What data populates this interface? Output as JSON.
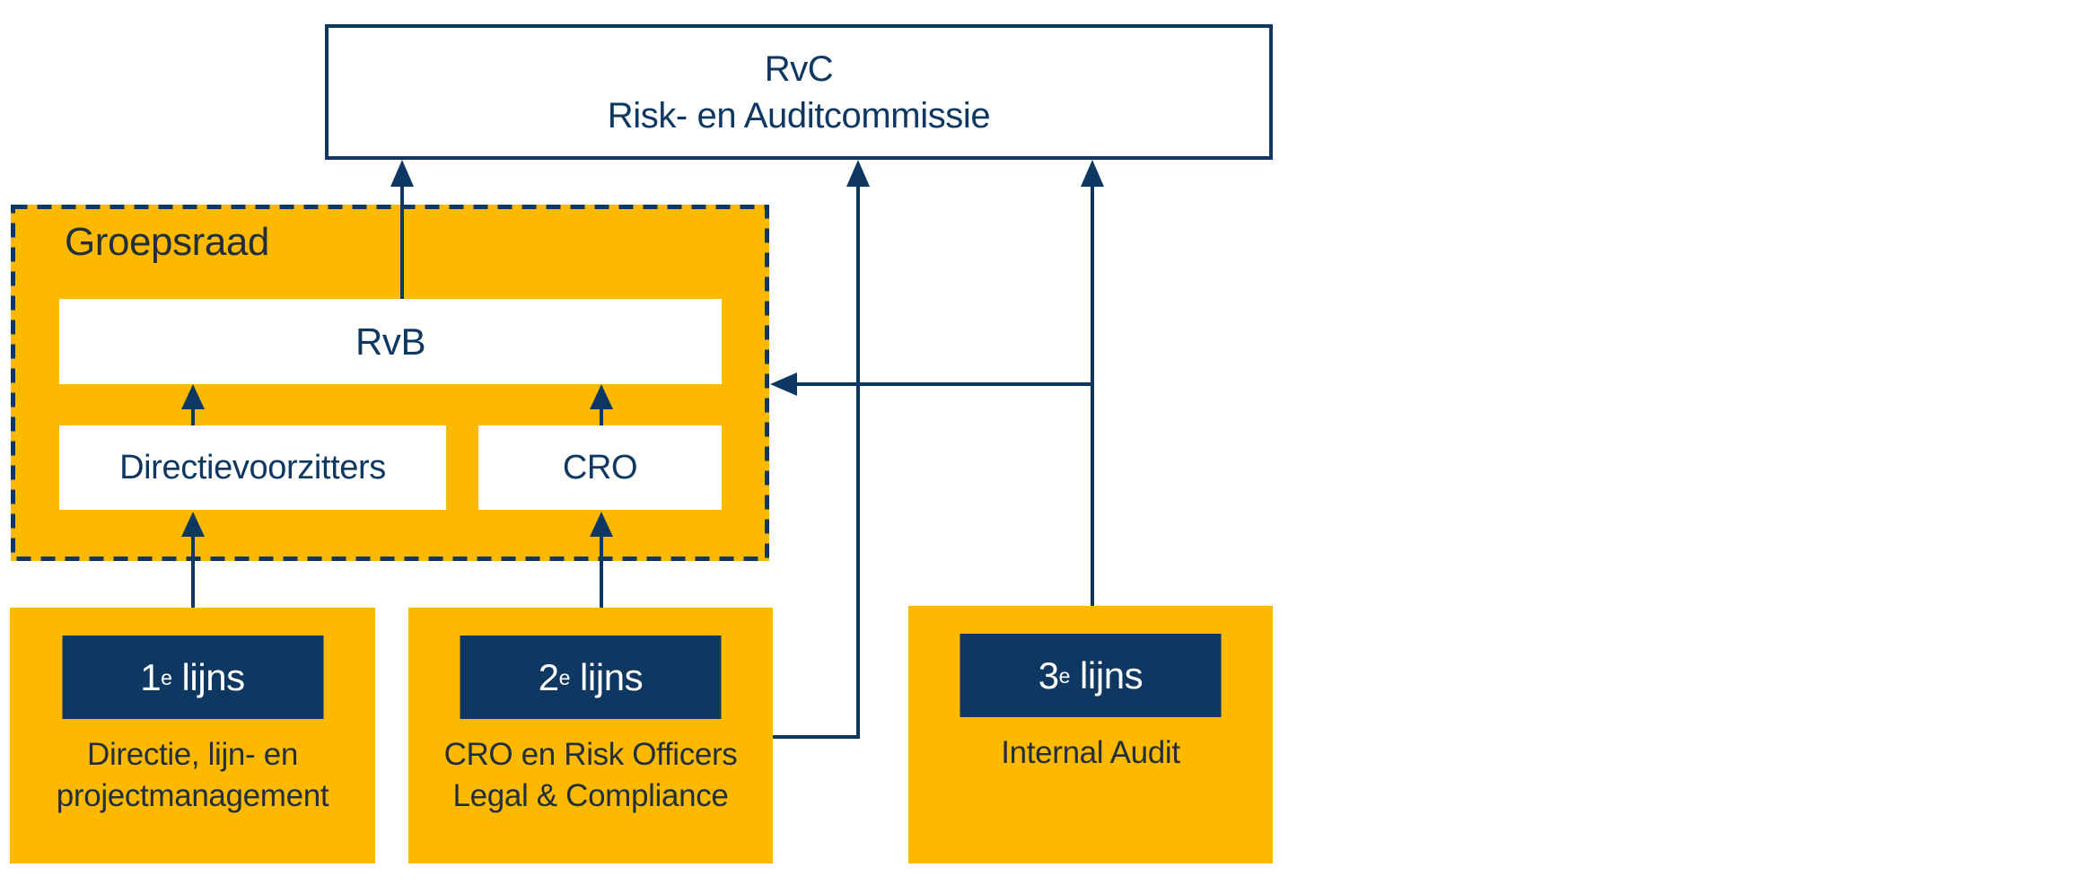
{
  "colors": {
    "navy": "#0E3862",
    "yellow": "#FCB900",
    "ink": "#232E3B",
    "background": "#FFFFFF"
  },
  "rvc": {
    "line1": "RvC",
    "line2": "Risk- en Auditcommissie"
  },
  "groepsraad": {
    "label": "Groepsraad",
    "rvb_label": "RvB",
    "directievoorzitters_label": "Directievoorzitters",
    "cro_label": "CRO"
  },
  "lines": [
    {
      "num": "1",
      "sup": "e",
      "word": "lijns",
      "desc": [
        "Directie, lijn- en",
        "projectmanagement"
      ]
    },
    {
      "num": "2",
      "sup": "e",
      "word": "lijns",
      "desc": [
        "CRO en Risk Officers",
        "Legal & Compliance"
      ]
    },
    {
      "num": "3",
      "sup": "e",
      "word": "lijns",
      "desc": [
        "Internal Audit"
      ]
    }
  ]
}
